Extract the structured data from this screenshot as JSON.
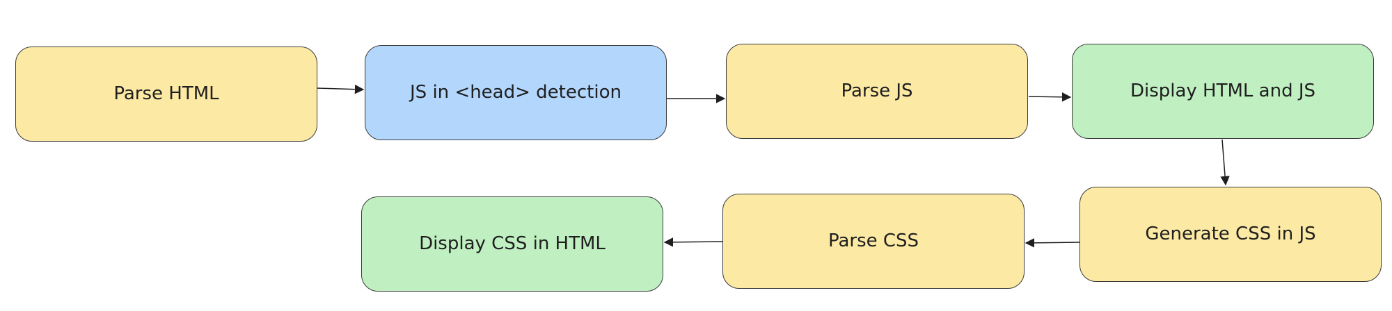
{
  "diagram": {
    "colors": {
      "process": "#fbe9a4",
      "decision": "#b3d6fd",
      "output": "#c0f0c1",
      "stroke": "#3a3a3a",
      "arrow": "#1f1f1f"
    },
    "nodes": [
      {
        "id": "node-1",
        "label": "Parse HTML",
        "kind": "process"
      },
      {
        "id": "node-2",
        "label": "JS in <head> detection",
        "kind": "decision"
      },
      {
        "id": "node-3",
        "label": "Parse JS",
        "kind": "process"
      },
      {
        "id": "node-4",
        "label": "Display HTML and JS",
        "kind": "output"
      },
      {
        "id": "node-5",
        "label": "Generate CSS in JS",
        "kind": "process"
      },
      {
        "id": "node-6",
        "label": "Parse CSS",
        "kind": "process"
      },
      {
        "id": "node-7",
        "label": "Display CSS in HTML",
        "kind": "output"
      }
    ],
    "edges": [
      {
        "from": "node-1",
        "to": "node-2"
      },
      {
        "from": "node-2",
        "to": "node-3"
      },
      {
        "from": "node-3",
        "to": "node-4"
      },
      {
        "from": "node-4",
        "to": "node-5"
      },
      {
        "from": "node-5",
        "to": "node-6"
      },
      {
        "from": "node-6",
        "to": "node-7"
      }
    ]
  }
}
